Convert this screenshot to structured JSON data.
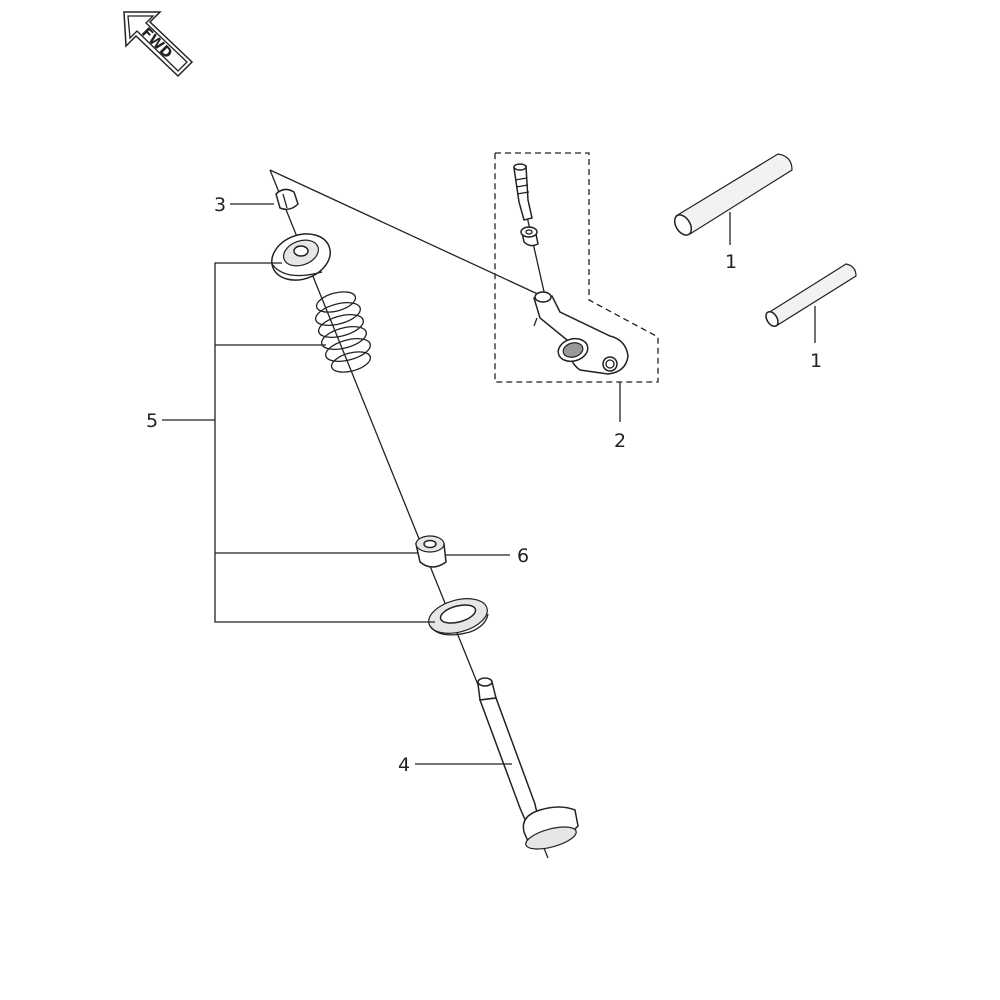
{
  "fwd_icon": {
    "label": "FWD",
    "icon": "forward-arrow-icon"
  },
  "callouts": {
    "pin_upper": "1",
    "pin_lower": "1",
    "rocker_arm_assembly": "2",
    "valve_cotter": "3",
    "valve": "4",
    "valve_spring_set": "5",
    "valve_stem_seal": "6"
  },
  "colors": {
    "line": "#222222",
    "shade": "#e6e6e6",
    "background": "#ffffff"
  }
}
